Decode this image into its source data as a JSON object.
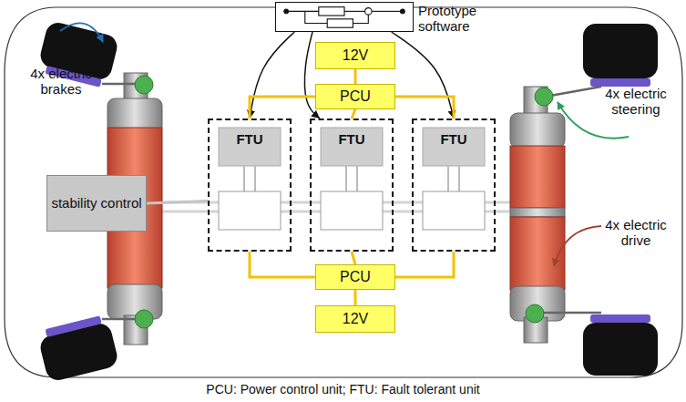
{
  "diagram": {
    "caption": "PCU: Power control unit; FTU: Fault tolerant unit",
    "nodes": [
      {
        "text": [
          "Prototype software"
        ]
      },
      {
        "text": [
          "12V"
        ]
      },
      {
        "text": [
          "PCU"
        ]
      },
      {
        "text": [
          "FTU"
        ]
      },
      {
        "text": [
          "FTU"
        ]
      },
      {
        "text": [
          "FTU"
        ]
      },
      {
        "text": [
          "stability control"
        ]
      },
      {
        "text": [
          "PCU"
        ]
      },
      {
        "text": [
          "12V"
        ]
      }
    ],
    "edges": [
      {
        "from": 0,
        "to": 3,
        "arrow": "to"
      },
      {
        "from": 0,
        "to": 4,
        "arrow": "to"
      },
      {
        "from": 0,
        "to": 5,
        "arrow": "to"
      },
      {
        "from": 1,
        "to": 2,
        "arrow": "none"
      },
      {
        "from": 8,
        "to": 7,
        "arrow": "none"
      },
      {
        "from": 2,
        "to": 3,
        "arrow": "none"
      },
      {
        "from": 2,
        "to": 4,
        "arrow": "none"
      },
      {
        "from": 2,
        "to": 5,
        "arrow": "none"
      },
      {
        "from": 7,
        "to": 3,
        "arrow": "none"
      },
      {
        "from": 7,
        "to": 4,
        "arrow": "none"
      },
      {
        "from": 7,
        "to": 5,
        "arrow": "none"
      },
      {
        "from": 6,
        "to": 3,
        "arrow": "none"
      }
    ],
    "labels": [
      "4x electric brakes",
      "4x electric steering",
      "4x electric drive"
    ]
  }
}
